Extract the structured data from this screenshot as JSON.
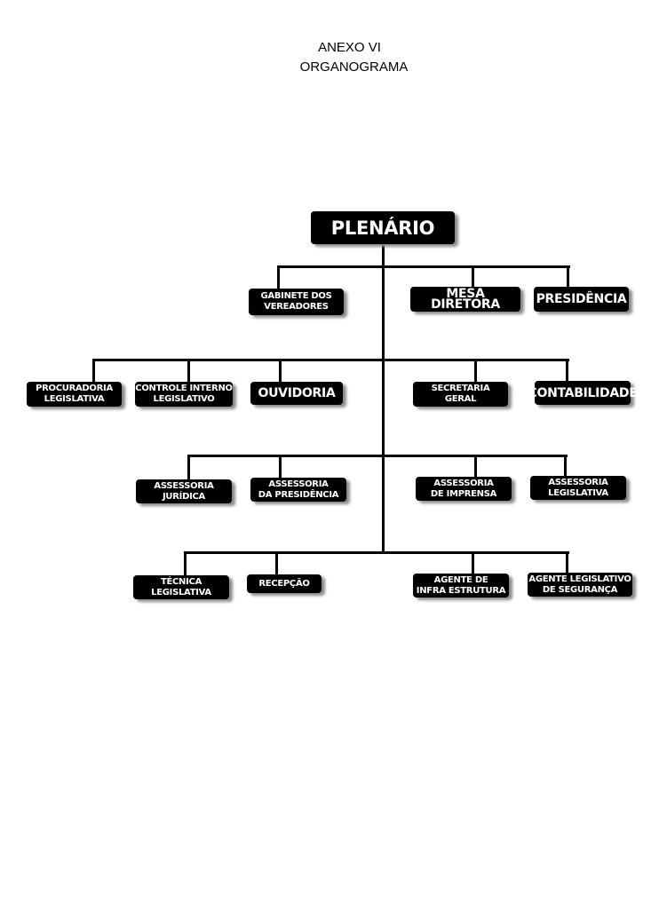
{
  "header": {
    "annex": "ANEXO VI",
    "title": "ORGANOGRAMA"
  },
  "nodes": {
    "plenario": "PLENÁRIO",
    "gabinete": "GABINETE DOS\nVEREADORES",
    "mesa": "MESA DIRETORA",
    "presidencia": "PRESIDÊNCIA",
    "procuradoria": "PROCURADORIA\nLEGISLATIVA",
    "controle": "CONTROLE INTERNO\nLEGISLATIVO",
    "ouvidoria": "OUVIDORIA",
    "secretaria": "SECRETARIA\nGERAL",
    "contabilidade": "CONTABILIDADE",
    "ass_juridica": "ASSESSORIA\nJURÍDICA",
    "ass_presidencia": "ASSESSORIA\nDA PRESIDÊNCIA",
    "ass_imprensa": "ASSESSORIA\nDE IMPRENSA",
    "ass_legislativa": "ASSESSORIA\nLEGISLATIVA",
    "tecnica": "TÉCNICA\nLEGISLATIVA",
    "recepcao": "RECEPÇÃO",
    "agente_infra": "AGENTE DE\nINFRA ESTRUTURA",
    "agente_seguranca": "AGENTE LEGISLATIVO\nDE SEGURANÇA"
  }
}
